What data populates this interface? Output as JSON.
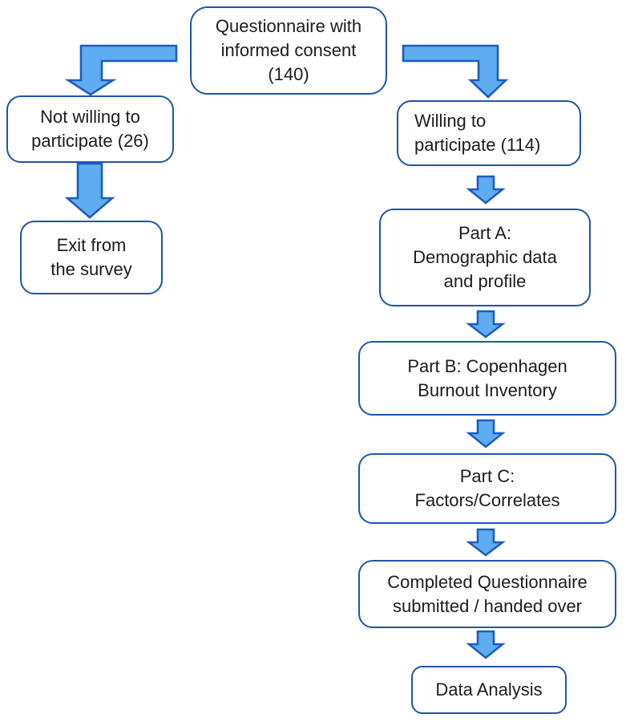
{
  "colors": {
    "background": "#ffffff",
    "box_border": "#1e56a8",
    "box_fill": "#ffffff",
    "arrow_fill": "#5fadf1",
    "arrow_stroke": "#1f5cbe",
    "text": "#1c1c1c"
  },
  "chart_data": {
    "type": "table",
    "title": "Participant flow diagram",
    "flow": [
      {
        "from": "Questionnaire with informed consent (140)",
        "to": "Not willing to participate (26)"
      },
      {
        "from": "Questionnaire with informed consent (140)",
        "to": "Willing to participate (114)"
      },
      {
        "from": "Not willing to participate (26)",
        "to": "Exit from the survey"
      },
      {
        "from": "Willing to participate (114)",
        "to": "Part A: Demographic data and profile"
      },
      {
        "from": "Part A: Demographic data and profile",
        "to": "Part B: Copenhagen Burnout Inventory"
      },
      {
        "from": "Part B: Copenhagen Burnout Inventory",
        "to": "Part C: Factors/Correlates"
      },
      {
        "from": "Part C: Factors/Correlates",
        "to": "Completed Questionnaire submitted / handed over"
      },
      {
        "from": "Completed Questionnaire submitted / handed over",
        "to": "Data Analysis"
      }
    ],
    "counts": {
      "questionnaire_with_informed_consent": 140,
      "not_willing_to_participate": 26,
      "willing_to_participate": 114
    }
  },
  "nodes": {
    "questionnaire": {
      "label": "Questionnaire with\ninformed consent\n(140)"
    },
    "not_willing": {
      "label": "Not willing to\nparticipate (26)"
    },
    "exit": {
      "label": "Exit from\nthe survey"
    },
    "willing": {
      "label": "Willing to\nparticipate (114)"
    },
    "part_a": {
      "label": "Part A:\nDemographic data\nand profile"
    },
    "part_b": {
      "label": "Part B: Copenhagen\nBurnout Inventory"
    },
    "part_c": {
      "label": "Part C:\nFactors/Correlates"
    },
    "completed": {
      "label": "Completed Questionnaire\nsubmitted / handed over"
    },
    "data_analysis": {
      "label": "Data Analysis"
    }
  }
}
